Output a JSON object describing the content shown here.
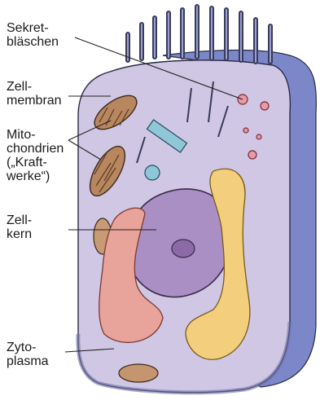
{
  "labels": {
    "secretory_vesicles": [
      "Sekret-",
      "bläschen"
    ],
    "cell_membrane": [
      "Zell-",
      "membran"
    ],
    "mitochondria": [
      "Mito-",
      "chondrien",
      "(„Kraft-",
      "werke“)"
    ],
    "nucleus": [
      "Zell-",
      "kern"
    ],
    "cytoplasm": [
      "Zyto-",
      "plasma"
    ]
  },
  "colors": {
    "membrane_side": "#7b87c9",
    "membrane_top": "#a8a7d6",
    "cytoplasm": "#cfc7e4",
    "nucleus": "#a98fc4",
    "nucleolus": "#8b6aa6",
    "er_pink": "#e8a39a",
    "golgi_yellow": "#f3cf7d",
    "mitochondrion": "#b8865f",
    "vesicle_pink": "#e89aa6",
    "leader_line": "#222222"
  }
}
